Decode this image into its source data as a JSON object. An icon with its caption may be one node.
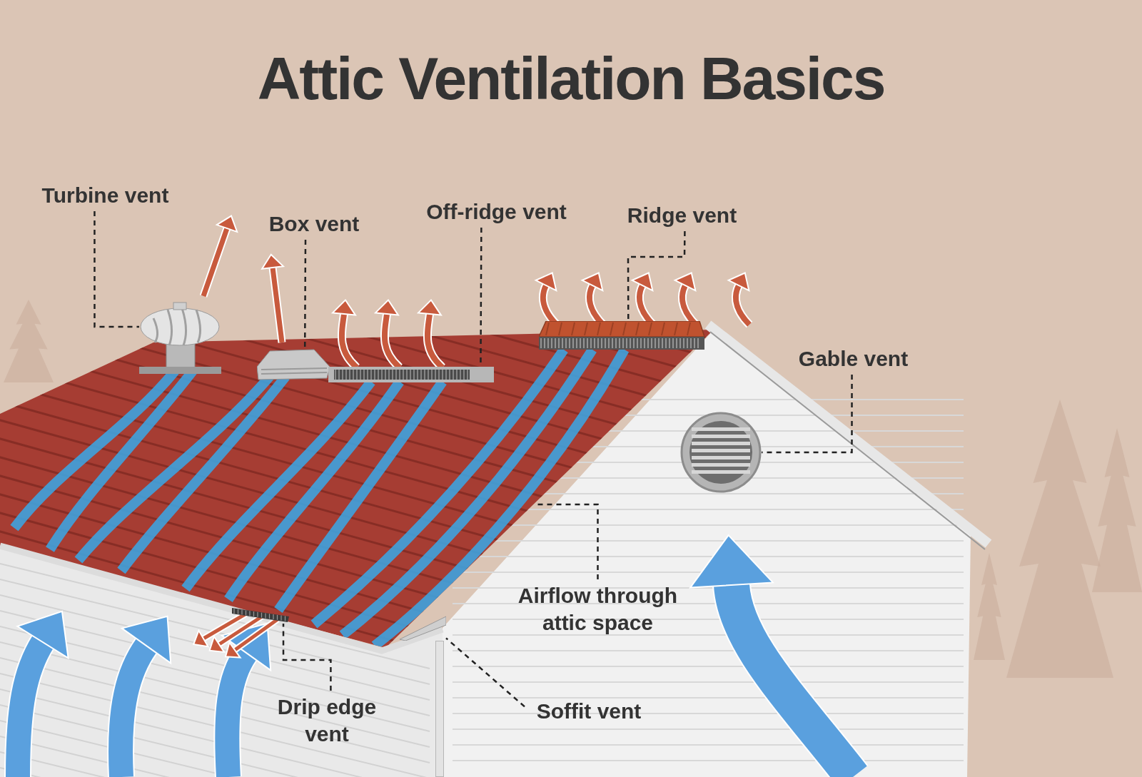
{
  "diagram": {
    "title": "Attic Ventilation Basics",
    "nodes": [
      {
        "text": [
          "Turbine vent"
        ]
      },
      {
        "text": [
          "Box vent"
        ]
      },
      {
        "text": [
          "Off-ridge vent"
        ]
      },
      {
        "text": [
          "Ridge vent"
        ]
      },
      {
        "text": [
          "Gable vent"
        ]
      },
      {
        "text": [
          "Airflow through attic space"
        ]
      },
      {
        "text": [
          "Soffit vent"
        ]
      },
      {
        "text": [
          "Drip edge vent"
        ]
      },
      {
        "text": [],
        "shape": "picture"
      },
      {
        "text": [],
        "shape": "picture"
      },
      {
        "text": [],
        "shape": "picture"
      },
      {
        "text": [],
        "shape": "picture"
      },
      {
        "text": [],
        "shape": "picture"
      },
      {
        "text": [],
        "shape": "picture"
      },
      {
        "text": [],
        "shape": "picture"
      },
      {
        "text": [],
        "shape": "tree"
      },
      {
        "text": [],
        "shape": "pipe"
      },
      {
        "text": [],
        "shape": "tree"
      },
      {
        "text": [],
        "shape": "tree"
      },
      {
        "text": [],
        "shape": "tree"
      }
    ],
    "edges": [
      {
        "from": 0,
        "to": 8,
        "arrow": "none",
        "style": "dashed"
      },
      {
        "from": 1,
        "to": 9,
        "arrow": "none",
        "style": "dashed"
      },
      {
        "from": 2,
        "to": 10,
        "arrow": "none",
        "style": "dashed"
      },
      {
        "from": 3,
        "to": 11,
        "arrow": "none",
        "style": "dashed"
      },
      {
        "from": 4,
        "to": 12,
        "arrow": "none",
        "style": "dashed"
      },
      {
        "from": 5,
        "to": null,
        "arrow": "none",
        "style": "dashed"
      },
      {
        "from": 6,
        "to": 13,
        "arrow": "none",
        "style": "dashed"
      },
      {
        "from": 7,
        "to": 14,
        "arrow": "none",
        "style": "dashed"
      }
    ]
  }
}
